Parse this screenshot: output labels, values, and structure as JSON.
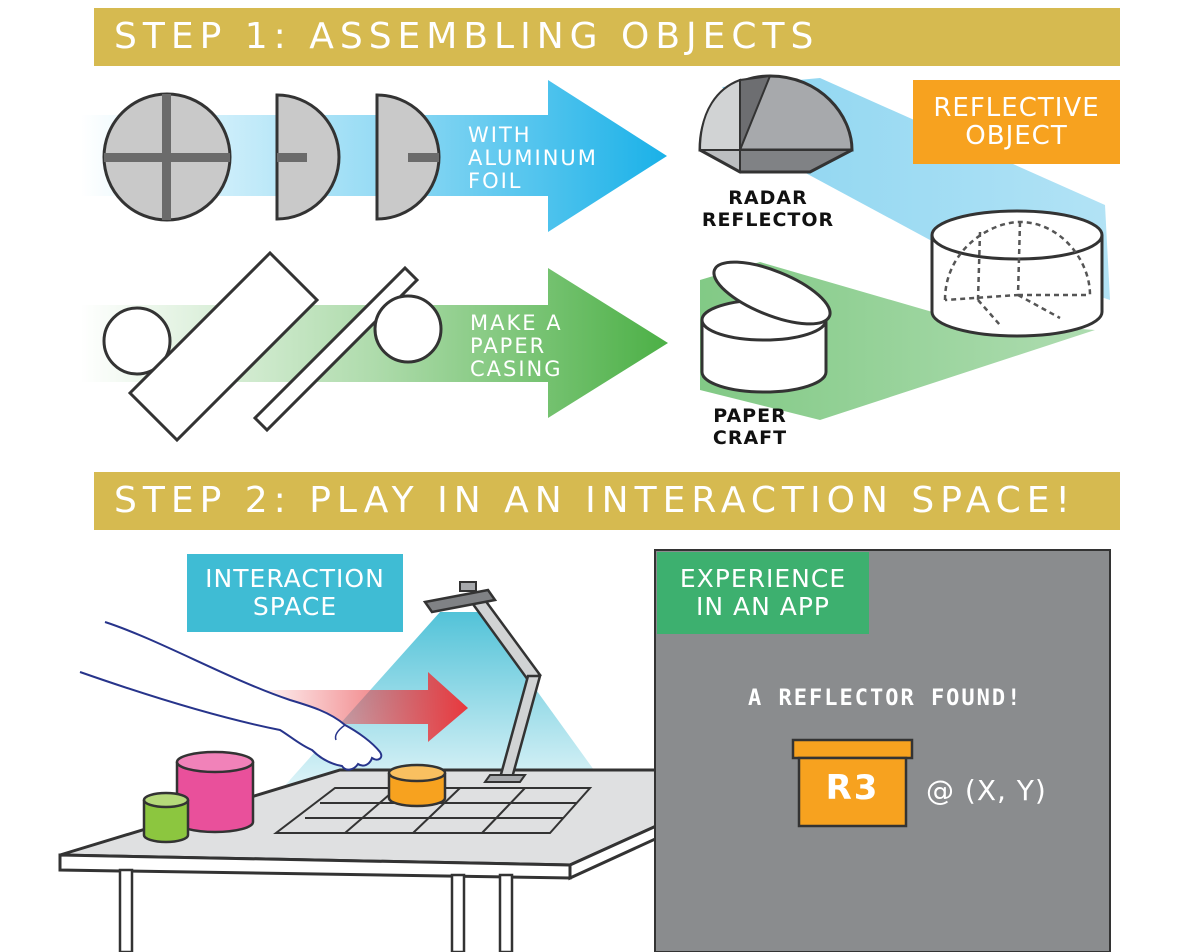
{
  "step1": {
    "title": "STEP 1: ASSEMBLING OBJECTS",
    "arrow_top": [
      "WITH",
      "ALUMINUM",
      "FOIL"
    ],
    "arrow_bottom": [
      "MAKE A",
      "PAPER",
      "CASING"
    ],
    "radar_label": [
      "RADAR",
      "REFLECTOR"
    ],
    "paper_label": [
      "PAPER",
      "CRAFT"
    ],
    "reflective_label": [
      "REFLECTIVE",
      "OBJECT"
    ]
  },
  "step2": {
    "title": "STEP 2: PLAY IN AN INTERACTION SPACE!",
    "interaction_label": [
      "INTERACTION",
      "SPACE"
    ],
    "experience_label": [
      "EXPERIENCE",
      "IN AN APP"
    ],
    "found_text": "A REFLECTOR FOUND!",
    "tag_id": "R3",
    "position_text": "@ (X, Y)"
  },
  "colors": {
    "banner": "#d6ba50",
    "blue_arrow": "#1ab1e8",
    "green_arrow": "#4cb046",
    "orange": "#f7a21f",
    "teal": "#3fbcd4",
    "app_green": "#3db06f",
    "app_gray": "#8a8c8e",
    "pink": "#e9509b",
    "lime": "#8cc63f"
  }
}
